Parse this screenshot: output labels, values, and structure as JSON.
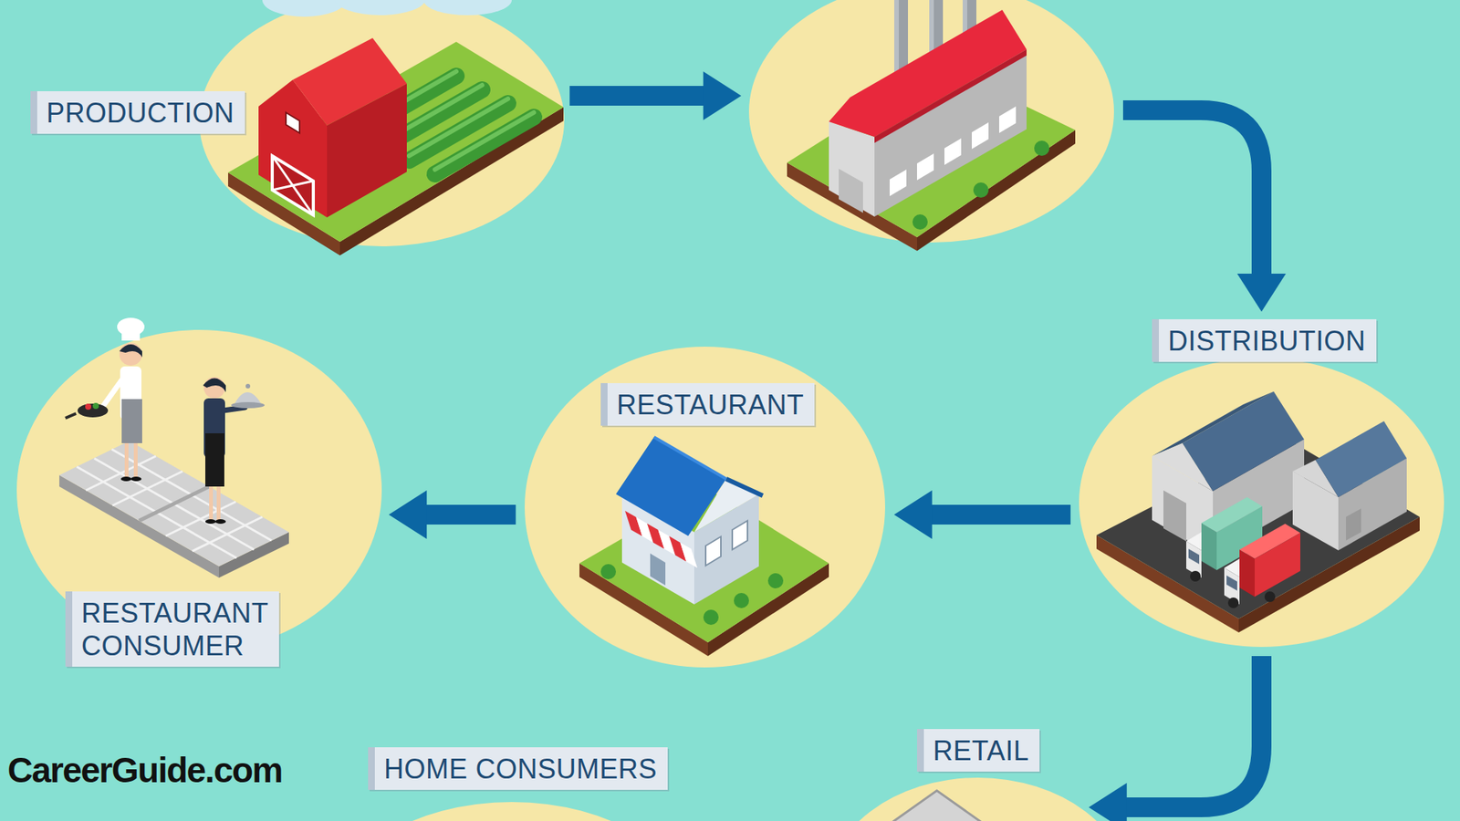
{
  "diagram": {
    "nodes": [
      {
        "text": [
          "PRODUCTION"
        ]
      },
      {
        "text": []
      },
      {
        "text": [
          "DISTRIBUTION"
        ]
      },
      {
        "text": [
          "RESTAURANT"
        ]
      },
      {
        "text": [
          "RESTAURANT CONSUMER"
        ]
      },
      {
        "text": [
          "HOME CONSUMERS"
        ]
      },
      {
        "text": [
          "RETAIL"
        ]
      }
    ],
    "edges": [
      {
        "from": 0,
        "to": 1,
        "arrow": "to"
      },
      {
        "from": 1,
        "to": 2,
        "arrow": "to"
      },
      {
        "from": 2,
        "to": 3,
        "arrow": "to"
      },
      {
        "from": 3,
        "to": 4,
        "arrow": "to"
      },
      {
        "from": 2,
        "to": 6,
        "arrow": "to"
      }
    ],
    "labels": [
      "CareerGuide.com"
    ]
  }
}
